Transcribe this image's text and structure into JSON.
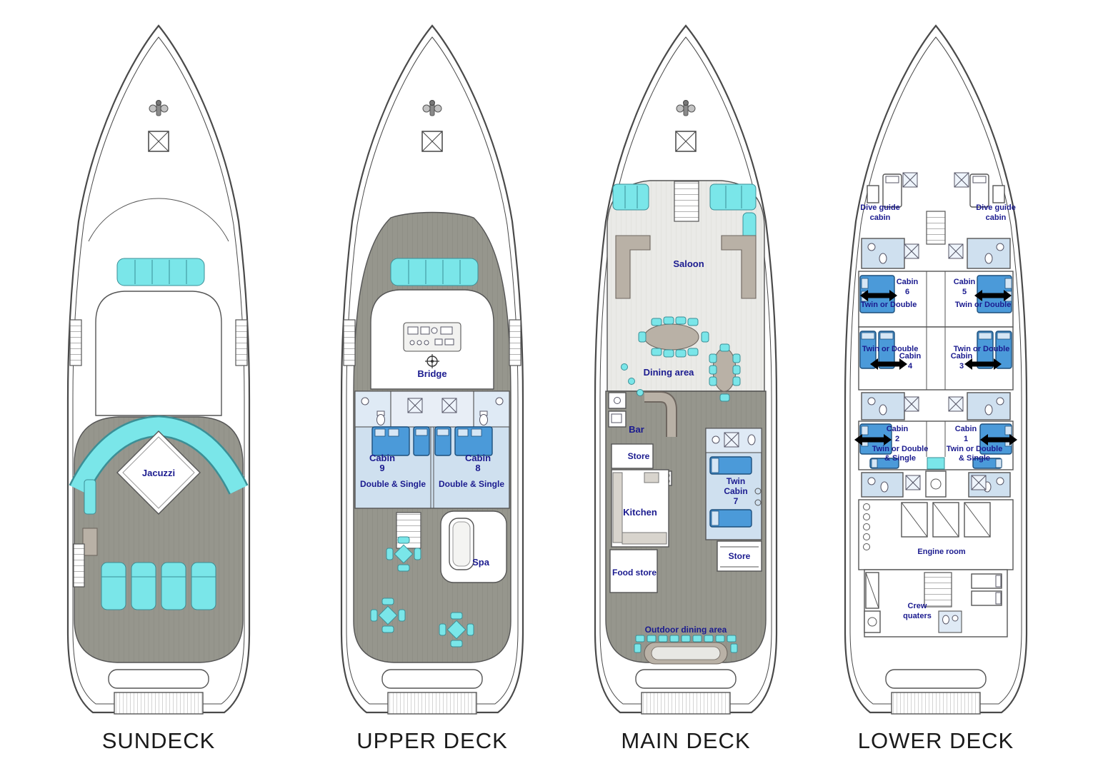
{
  "deck_titles": {
    "sundeck": "SUNDECK",
    "upper": "UPPER DECK",
    "main": "MAIN DECK",
    "lower": "LOWER DECK"
  },
  "sundeck": {
    "jacuzzi_label": "Jacuzzi"
  },
  "upper_deck": {
    "bridge_label": "Bridge",
    "cabin9": {
      "name": "Cabin",
      "number": "9",
      "type": "Double & Single"
    },
    "cabin8": {
      "name": "Cabin",
      "number": "8",
      "type": "Double & Single"
    },
    "spa_label": "Spa"
  },
  "main_deck": {
    "saloon_label": "Saloon",
    "dining_label": "Dining area",
    "bar_label": "Bar",
    "store_label": "Store",
    "kitchen_label": "Kitchen",
    "cabin7": {
      "line1": "Twin",
      "line2": "Cabin",
      "number": "7"
    },
    "store2_label": "Store",
    "food_store_label": "Food store",
    "outdoor_label": "Outdoor dining area"
  },
  "lower_deck": {
    "dive_left": {
      "line1": "Dive guide",
      "line2": "cabin"
    },
    "dive_right": {
      "line1": "Dive guide",
      "line2": "cabin"
    },
    "cabin6": {
      "name": "Cabin",
      "number": "6",
      "type": "Twin or Double"
    },
    "cabin5": {
      "name": "Cabin",
      "number": "5",
      "type": "Twin or Double"
    },
    "cabin4": {
      "name": "Cabin",
      "number": "4",
      "type": "Twin or Double"
    },
    "cabin3": {
      "name": "Cabin",
      "number": "3",
      "type": "Twin or Double"
    },
    "cabin2": {
      "name": "Cabin",
      "number": "2",
      "type_line1": "Twin or Double",
      "type_line2": "& Single"
    },
    "cabin1": {
      "name": "Cabin",
      "number": "1",
      "type_line1": "Twin or Double",
      "type_line2": "& Single"
    },
    "engine_label": "Engine room",
    "crew": {
      "line1": "Crew",
      "line2": "quaters"
    }
  },
  "colors": {
    "label_navy": "#1b1b8f",
    "seat_cyan": "#7ae6e9",
    "bed_blue": "#4b9ad9",
    "cabin_floor_blue": "#cfe0ef",
    "bathroom_blue": "#dfeaf5",
    "deck_dark_gray": "#96968d",
    "deck_light_gray": "#eaeae7",
    "sofa_taupe": "#b9b1a6",
    "hull_outline": "#4a4a4a"
  }
}
